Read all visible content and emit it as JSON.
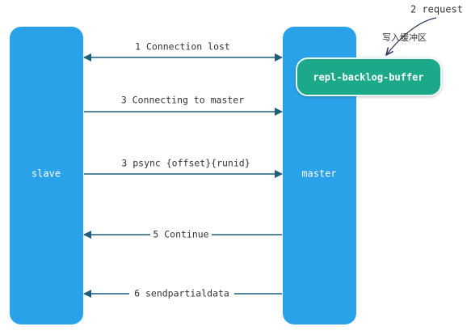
{
  "colors": {
    "node_fill": "#2aa2ea",
    "buffer_fill": "#1ba98a",
    "buffer_border": "#e8f7f2",
    "edge_color": "#1f5f7a",
    "note_color": "#2a3a5a",
    "text_color": "#333333"
  },
  "nodes": {
    "slave": "slave",
    "master": "master",
    "buffer": "repl-backlog-buffer"
  },
  "messages": [
    {
      "label": "1 Connection lost",
      "direction": "both"
    },
    {
      "label": "3 Connecting to master",
      "direction": "to-master"
    },
    {
      "label": "3 psync {offset}{runid}",
      "direction": "to-master"
    },
    {
      "label": "5 Continue",
      "direction": "to-slave"
    },
    {
      "label": "6 sendpartialdata",
      "direction": "to-slave"
    }
  ],
  "annotations": {
    "request": "2 request",
    "write_buffer": "写入缓冲区"
  }
}
